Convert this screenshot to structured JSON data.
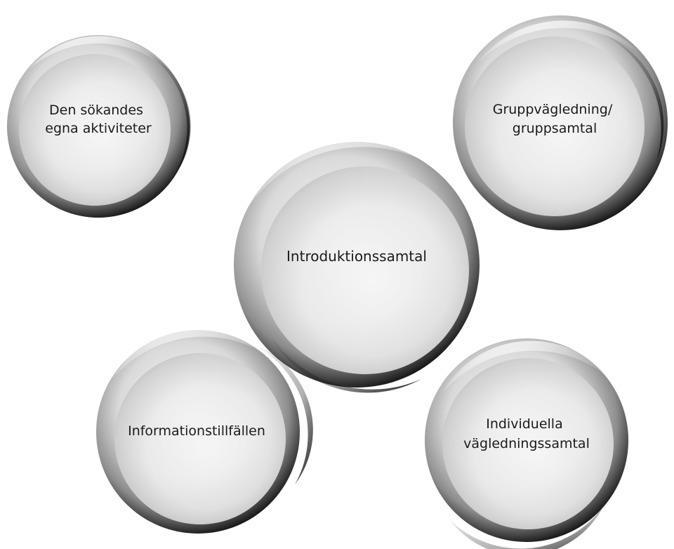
{
  "diagram": {
    "bubbles": {
      "center": {
        "lines": [
          "Introduktionssamtal"
        ]
      },
      "top_left": {
        "lines": [
          "Den sökandes",
          "egna aktiviteter"
        ]
      },
      "top_right": {
        "lines": [
          "Gruppvägledning/",
          "gruppsamtal"
        ]
      },
      "bottom_left": {
        "lines": [
          "Informationstillfällen"
        ]
      },
      "bottom_right": {
        "lines": [
          "Individuella",
          "vägledningssamtal"
        ]
      }
    }
  },
  "colors": {
    "background": "#ffffff",
    "sphere_light": "#f4f4f4",
    "sphere_mid": "#b9b9b9",
    "sphere_dark": "#101010",
    "text": "#1a1a1a"
  }
}
